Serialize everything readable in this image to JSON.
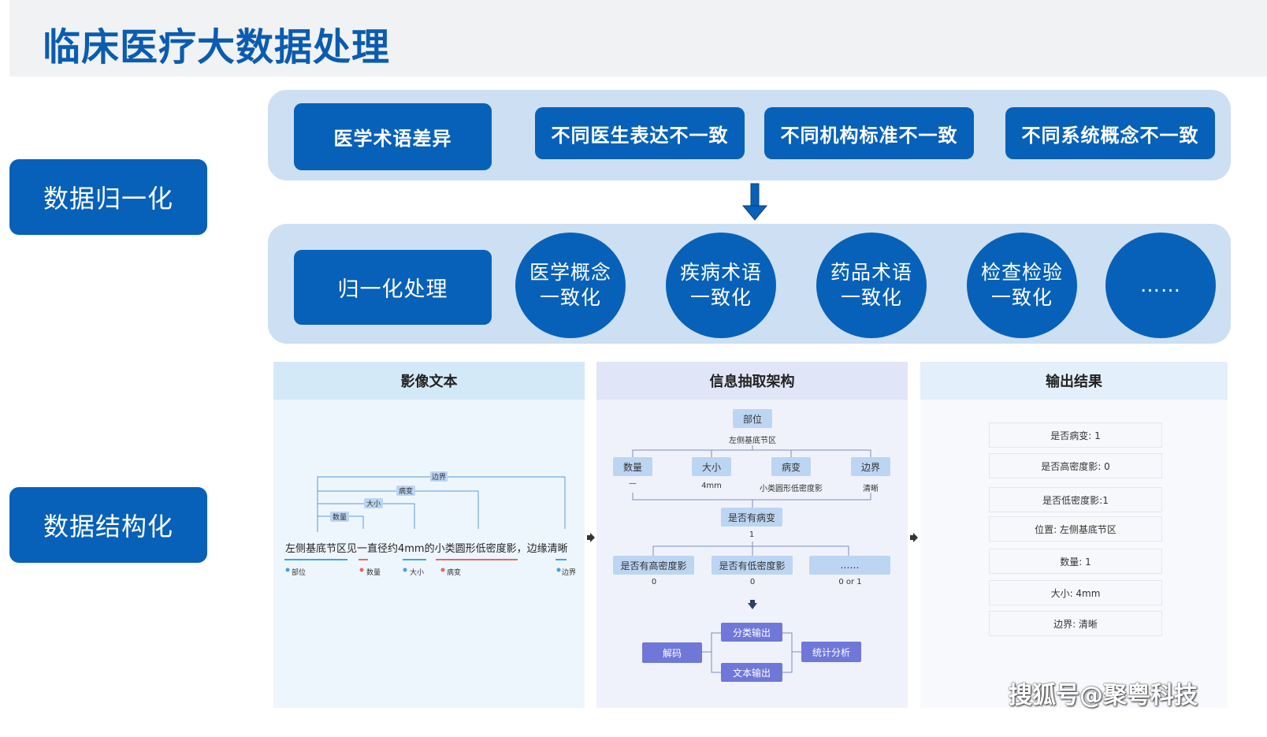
{
  "title": "临床医疗大数据处理",
  "side_labels": {
    "normalization": "数据归一化",
    "structuring": "数据结构化"
  },
  "top_panel": {
    "main": "医学术语差异",
    "items": [
      "不同医生表达不一致",
      "不同机构标准不一致",
      "不同系统概念不一致"
    ]
  },
  "mid_panel": {
    "main": "归一化处理",
    "circles": [
      "医学概念\n一致化",
      "疾病术语\n一致化",
      "药品术语\n一致化",
      "检查检验\n一致化",
      "……"
    ]
  },
  "columns": {
    "image_text": {
      "title": "影像文本",
      "sentence": "左侧基底节区见一直径约4mm的小类圆形低密度影，边缘清晰",
      "tags": [
        "边界",
        "病变",
        "大小",
        "数量"
      ],
      "legend": [
        "部位",
        "数量",
        "大小",
        "病变",
        "边界"
      ]
    },
    "extraction": {
      "title": "信息抽取架构",
      "root": "部位",
      "root_value": "左侧基底节区",
      "level1": [
        {
          "label": "数量",
          "value": "—"
        },
        {
          "label": "大小",
          "value": "4mm"
        },
        {
          "label": "病变",
          "value": "小类圆形低密度影"
        },
        {
          "label": "边界",
          "value": "清晰"
        }
      ],
      "decision": "是否有病变",
      "decision_value": "1",
      "level2": [
        {
          "label": "是否有高密度影",
          "value": "0"
        },
        {
          "label": "是否有低密度影",
          "value": "0"
        },
        {
          "label": "……",
          "value": "0 or 1"
        }
      ],
      "decode": "解码",
      "class_out": "分类输出",
      "text_out": "文本输出",
      "stats": "统计分析"
    },
    "output": {
      "title": "输出结果",
      "rows": [
        "是否病变: 1",
        "是否高密度影: 0",
        "是否低密度影:1",
        "位置: 左侧基底节区",
        "数量: 1",
        "大小: 4mm",
        "边界: 清晰"
      ]
    }
  },
  "watermark": "搜狐号@聚粤科技",
  "colors": {
    "primary_blue": "#0761b8",
    "panel_blue": "#cddff2",
    "tag_blue": "#bcd5f2",
    "purple": "#6f78d8",
    "title_blue": "#0a5cb0"
  }
}
